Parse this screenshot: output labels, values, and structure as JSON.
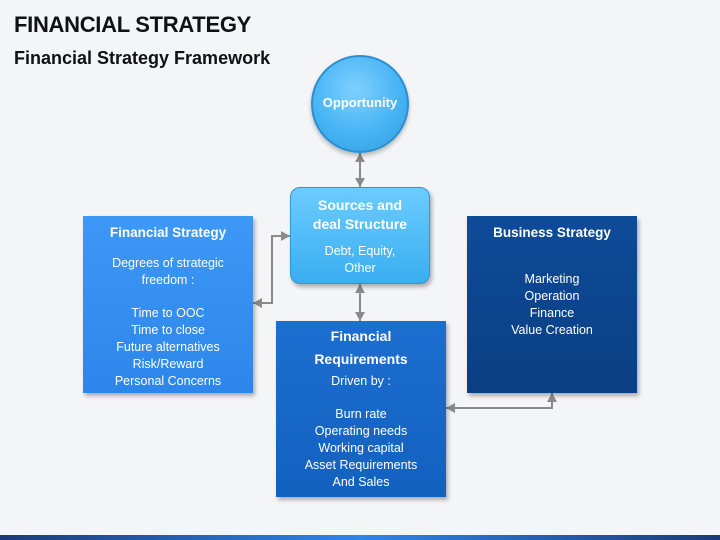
{
  "header": {
    "title": "FINANCIAL STRATEGY",
    "subtitle": "Financial Strategy Framework"
  },
  "diagram": {
    "opportunity": {
      "label": "Opportunity"
    },
    "sources": {
      "title_line1": "Sources and",
      "title_line2": "deal Structure",
      "desc_line1": "Debt, Equity,",
      "desc_line2": "Other"
    },
    "financial_strategy": {
      "title": "Financial Strategy",
      "intro_line1": "Degrees of strategic",
      "intro_line2": "freedom :",
      "items": [
        "Time to OOC",
        "Time to close",
        "Future alternatives",
        "Risk/Reward",
        "Personal Concerns"
      ]
    },
    "financial_requirements": {
      "title_line1": "Financial",
      "title_line2": "Requirements",
      "intro": "Driven by :",
      "items": [
        "Burn rate",
        "Operating needs",
        "Working capital",
        "Asset Requirements",
        "And Sales"
      ]
    },
    "business_strategy": {
      "title": "Business Strategy",
      "items": [
        "Marketing",
        "Operation",
        "Finance",
        "Value Creation"
      ]
    }
  },
  "colors": {
    "opportunity": "#47b4f4",
    "sources": "#4ab8f5",
    "financial_strategy": "#3390f0",
    "financial_requirements": "#1766c8",
    "business_strategy": "#0d4590",
    "connector": "#8a8a8a"
  }
}
